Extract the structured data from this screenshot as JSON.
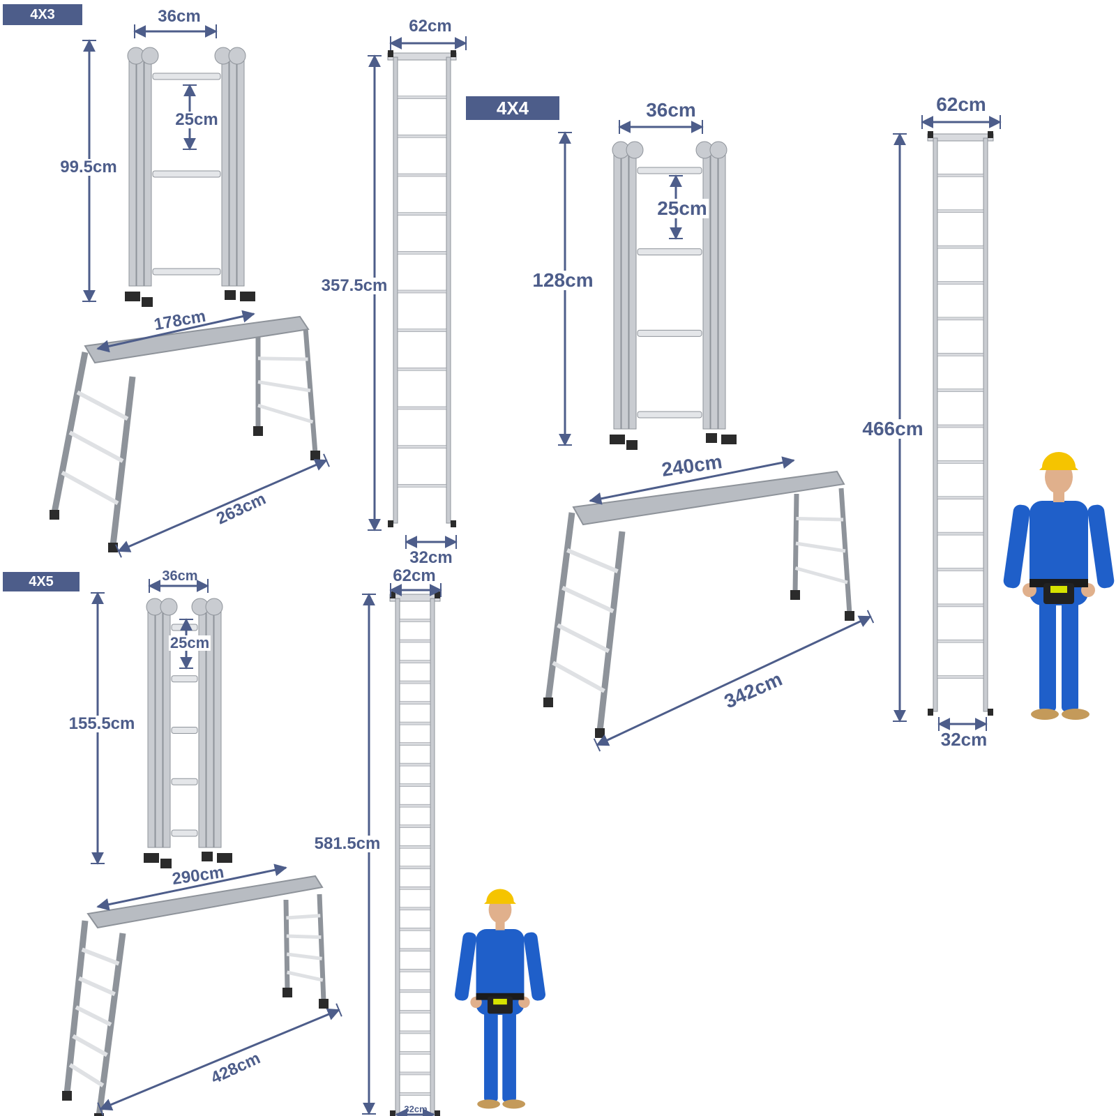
{
  "colors": {
    "accent": "#4d5d8a",
    "ladder": "#c9ccd1",
    "ladder_edge": "#8e939a",
    "platform": "#b8bcc2",
    "foot": "#2b2b2b",
    "worker_suit": "#1f5fc9",
    "worker_helmet": "#f5c400",
    "worker_skin": "#e0b08c",
    "worker_boots": "#c49a5a"
  },
  "models": {
    "m4x3": {
      "badge": "4X3",
      "folded_width": "36cm",
      "rung_spacing": "25cm",
      "folded_height": "99.5cm",
      "platform_length": "178cm",
      "scaffold_span": "263cm",
      "extended_top_width": "62cm",
      "extended_height": "357.5cm",
      "extended_bottom_width": "32cm"
    },
    "m4x4": {
      "badge": "4X4",
      "folded_width": "36cm",
      "rung_spacing": "25cm",
      "folded_height": "128cm",
      "platform_length": "240cm",
      "scaffold_span": "342cm",
      "extended_top_width": "62cm",
      "extended_height": "466cm",
      "extended_bottom_width": "32cm"
    },
    "m4x5": {
      "badge": "4X5",
      "folded_width": "36cm",
      "rung_spacing": "25cm",
      "folded_height": "155.5cm",
      "platform_length": "290cm",
      "scaffold_span": "428cm",
      "extended_top_width": "62cm",
      "extended_height": "581.5cm",
      "extended_bottom_width": "32cm"
    }
  }
}
